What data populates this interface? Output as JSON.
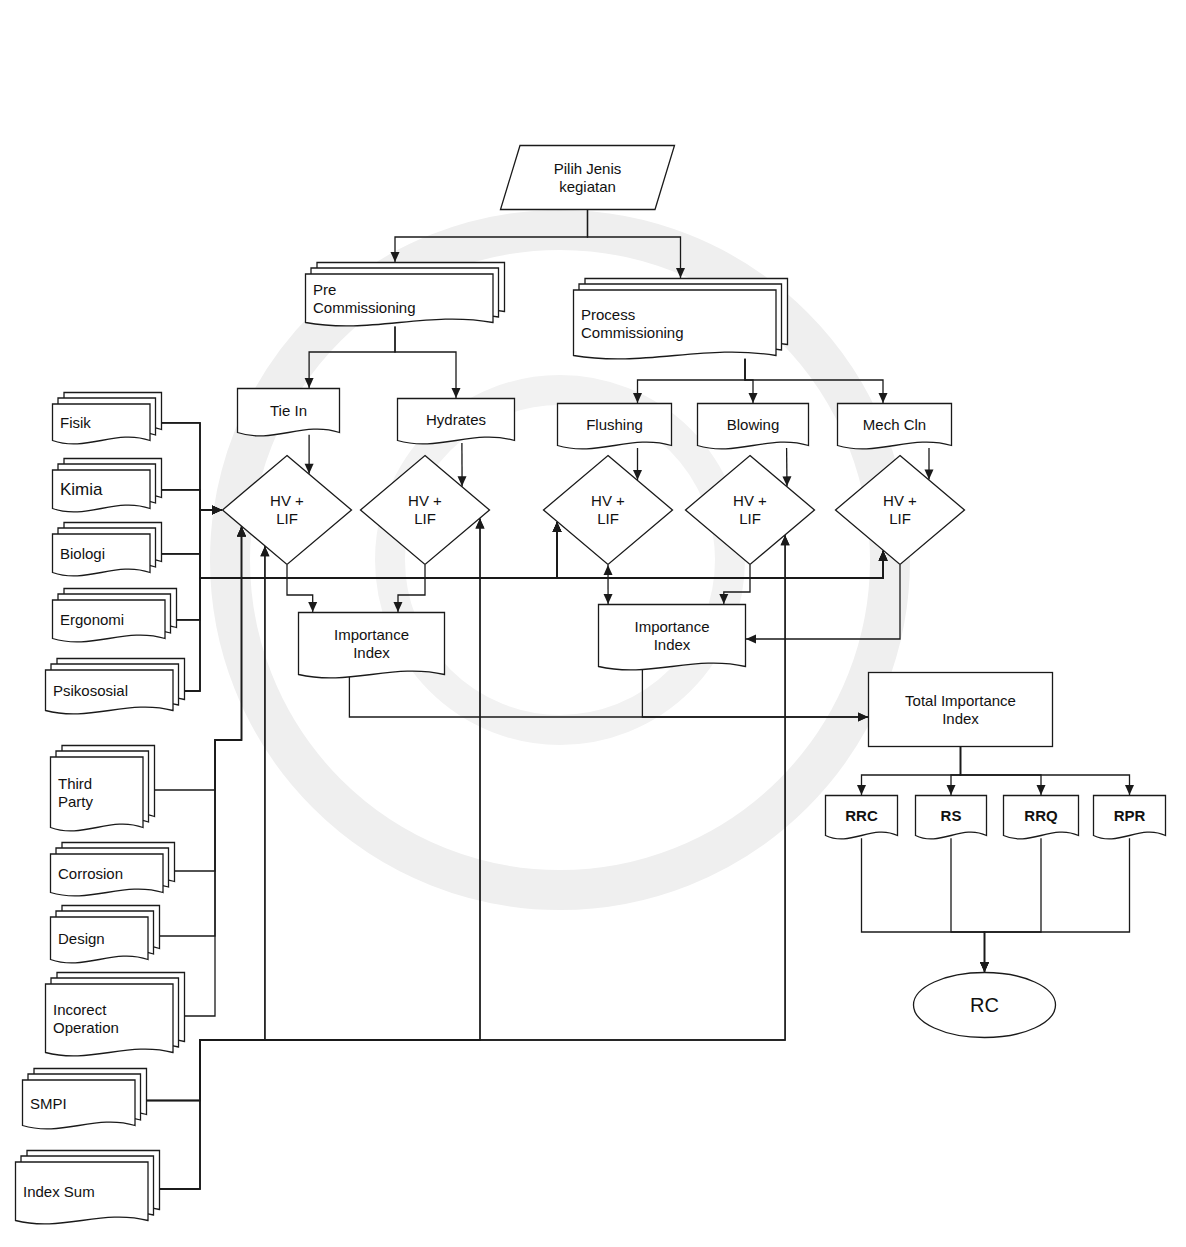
{
  "diagram": {
    "nodes": [
      {
        "text": [
          "Pilih Jenis kegiatan"
        ]
      },
      {
        "text": [
          "Pre Commissioning"
        ]
      },
      {
        "text": [
          "Process Commissioning"
        ]
      },
      {
        "text": [
          "Fisik"
        ]
      },
      {
        "text": [
          "Tie In"
        ]
      },
      {
        "text": [
          "Hydrates"
        ]
      },
      {
        "text": [
          "Flushing"
        ]
      },
      {
        "text": [
          "Blowing"
        ]
      },
      {
        "text": [
          "Mech Cln"
        ]
      },
      {
        "text": [
          "Kimia"
        ]
      },
      {
        "text": [
          "HV + LIF"
        ]
      },
      {
        "text": [
          "HV + LIF"
        ]
      },
      {
        "text": [
          "HV + LIF"
        ]
      },
      {
        "text": [
          "HV + LIF"
        ]
      },
      {
        "text": [
          "HV + LIF"
        ]
      },
      {
        "text": [
          "Biologi"
        ]
      },
      {
        "text": [
          "Ergonomi"
        ]
      },
      {
        "text": [
          "Importance Index"
        ]
      },
      {
        "text": [
          "Importance Index"
        ]
      },
      {
        "text": [
          "Psikososial"
        ]
      },
      {
        "text": [
          "Total Importance Index"
        ]
      },
      {
        "text": [
          "Third Party"
        ]
      },
      {
        "text": [
          "RRC"
        ]
      },
      {
        "text": [
          "RS"
        ]
      },
      {
        "text": [
          "RRQ"
        ]
      },
      {
        "text": [
          "RPR"
        ]
      },
      {
        "text": [
          "Corrosion"
        ]
      },
      {
        "text": [
          "Design"
        ]
      },
      {
        "text": [
          "RC"
        ]
      },
      {
        "text": [
          "Incorect Operation"
        ]
      },
      {
        "text": [
          "SMPI"
        ]
      },
      {
        "text": [
          "Index Sum"
        ]
      }
    ],
    "edges": [
      {
        "from": 0,
        "to": 1,
        "arrow": "to"
      },
      {
        "from": 0,
        "to": 2,
        "arrow": "to"
      },
      {
        "from": 1,
        "to": 4,
        "arrow": "to"
      },
      {
        "from": 1,
        "to": 5,
        "arrow": "to"
      },
      {
        "from": 2,
        "to": 6,
        "arrow": "to"
      },
      {
        "from": 2,
        "to": 7,
        "arrow": "to"
      },
      {
        "from": 2,
        "to": 8,
        "arrow": "to"
      },
      {
        "from": 4,
        "to": 10,
        "arrow": "to"
      },
      {
        "from": 5,
        "to": 11,
        "arrow": "to"
      },
      {
        "from": 6,
        "to": 12,
        "arrow": "to"
      },
      {
        "from": 7,
        "to": 13,
        "arrow": "to"
      },
      {
        "from": 8,
        "to": 14,
        "arrow": "to"
      },
      {
        "from": 10,
        "to": 17,
        "arrow": "to"
      },
      {
        "from": 11,
        "to": 17,
        "arrow": "to"
      },
      {
        "from": 12,
        "to": 18,
        "arrow": "both"
      },
      {
        "from": 13,
        "to": 18,
        "arrow": "to"
      },
      {
        "from": 14,
        "to": 18,
        "arrow": "to"
      },
      {
        "from": 17,
        "to": 20,
        "arrow": "to"
      },
      {
        "from": 18,
        "to": 20,
        "arrow": "to"
      },
      {
        "from": 20,
        "to": 22,
        "arrow": "to"
      },
      {
        "from": 20,
        "to": 23,
        "arrow": "to"
      },
      {
        "from": 20,
        "to": 24,
        "arrow": "to"
      },
      {
        "from": 20,
        "to": 25,
        "arrow": "to"
      },
      {
        "from": 22,
        "to": 28,
        "arrow": "to"
      },
      {
        "from": 23,
        "to": 28,
        "arrow": "to"
      },
      {
        "from": 24,
        "to": 28,
        "arrow": "to"
      },
      {
        "from": 25,
        "to": 28,
        "arrow": "to"
      },
      {
        "from": 3,
        "to": 10,
        "arrow": "to"
      },
      {
        "from": 3,
        "to": 12,
        "arrow": "to"
      },
      {
        "from": 3,
        "to": 14,
        "arrow": "to"
      },
      {
        "from": 9,
        "to": 10,
        "arrow": "to"
      },
      {
        "from": 9,
        "to": 12,
        "arrow": "to"
      },
      {
        "from": 9,
        "to": 14,
        "arrow": "to"
      },
      {
        "from": 15,
        "to": 10,
        "arrow": "to"
      },
      {
        "from": 15,
        "to": 12,
        "arrow": "to"
      },
      {
        "from": 15,
        "to": 14,
        "arrow": "to"
      },
      {
        "from": 16,
        "to": 10,
        "arrow": "to"
      },
      {
        "from": 16,
        "to": 12,
        "arrow": "to"
      },
      {
        "from": 16,
        "to": 14,
        "arrow": "to"
      },
      {
        "from": 19,
        "to": 10,
        "arrow": "to"
      },
      {
        "from": 19,
        "to": 12,
        "arrow": "to"
      },
      {
        "from": 19,
        "to": 14,
        "arrow": "to"
      },
      {
        "from": 21,
        "to": 10,
        "arrow": "to"
      },
      {
        "from": 26,
        "to": 10,
        "arrow": "to"
      },
      {
        "from": 27,
        "to": 10,
        "arrow": "to"
      },
      {
        "from": 29,
        "to": 10,
        "arrow": "to"
      },
      {
        "from": 30,
        "to": 10,
        "arrow": "to"
      },
      {
        "from": 30,
        "to": 11,
        "arrow": "to"
      },
      {
        "from": 30,
        "to": 13,
        "arrow": "to"
      },
      {
        "from": 31,
        "to": 10,
        "arrow": "to"
      },
      {
        "from": 31,
        "to": 11,
        "arrow": "to"
      },
      {
        "from": 31,
        "to": 13,
        "arrow": "to"
      }
    ]
  }
}
